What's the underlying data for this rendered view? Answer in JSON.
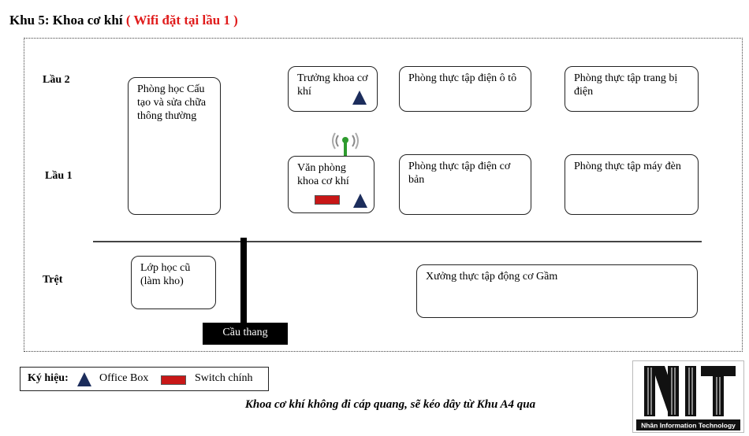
{
  "title": {
    "main": "Khu 5: Khoa cơ khí",
    "highlight": "( Wifi đặt tại lầu 1 )"
  },
  "floors": {
    "lau2": "Lầu 2",
    "lau1": "Lầu 1",
    "tret": "Trệt"
  },
  "rooms": {
    "cau_tao": "Phòng học Cấu tạo và sửa chữa thông thường",
    "truong_khoa": "Trưởng khoa cơ khí",
    "tt_dien_oto": "Phòng thực tập điện ô tô",
    "tt_trang_bi_dien": "Phòng thực tập trang bị điện",
    "van_phong": "Văn phòng khoa cơ khí",
    "tt_dien_co_ban": "Phòng thực tập điện cơ bản",
    "tt_may_den": "Phòng thực tập máy đèn",
    "lop_hoc_cu": "Lớp học cũ (làm kho)",
    "xuong_dong_co": "Xưởng thực tập động cơ Gầm"
  },
  "stairs": "Cầu thang",
  "legend": {
    "label": "Ký hiệu:",
    "office_box": "Office Box",
    "switch": "Switch chính"
  },
  "note": "Khoa cơ khí không đi cáp quang, sẽ kéo dây từ Khu A4 qua",
  "logo": {
    "letters": "NIT",
    "caption": "Nhân Information Technology"
  },
  "colors": {
    "highlight": "#e01b1b",
    "office_box": "#1c2d5c",
    "switch": "#c81717",
    "wifi_antenna": "#2e9b2e"
  },
  "icons": {
    "office_box": "triangle",
    "switch": "red-rectangle",
    "wifi": "wifi-antenna-icon"
  }
}
